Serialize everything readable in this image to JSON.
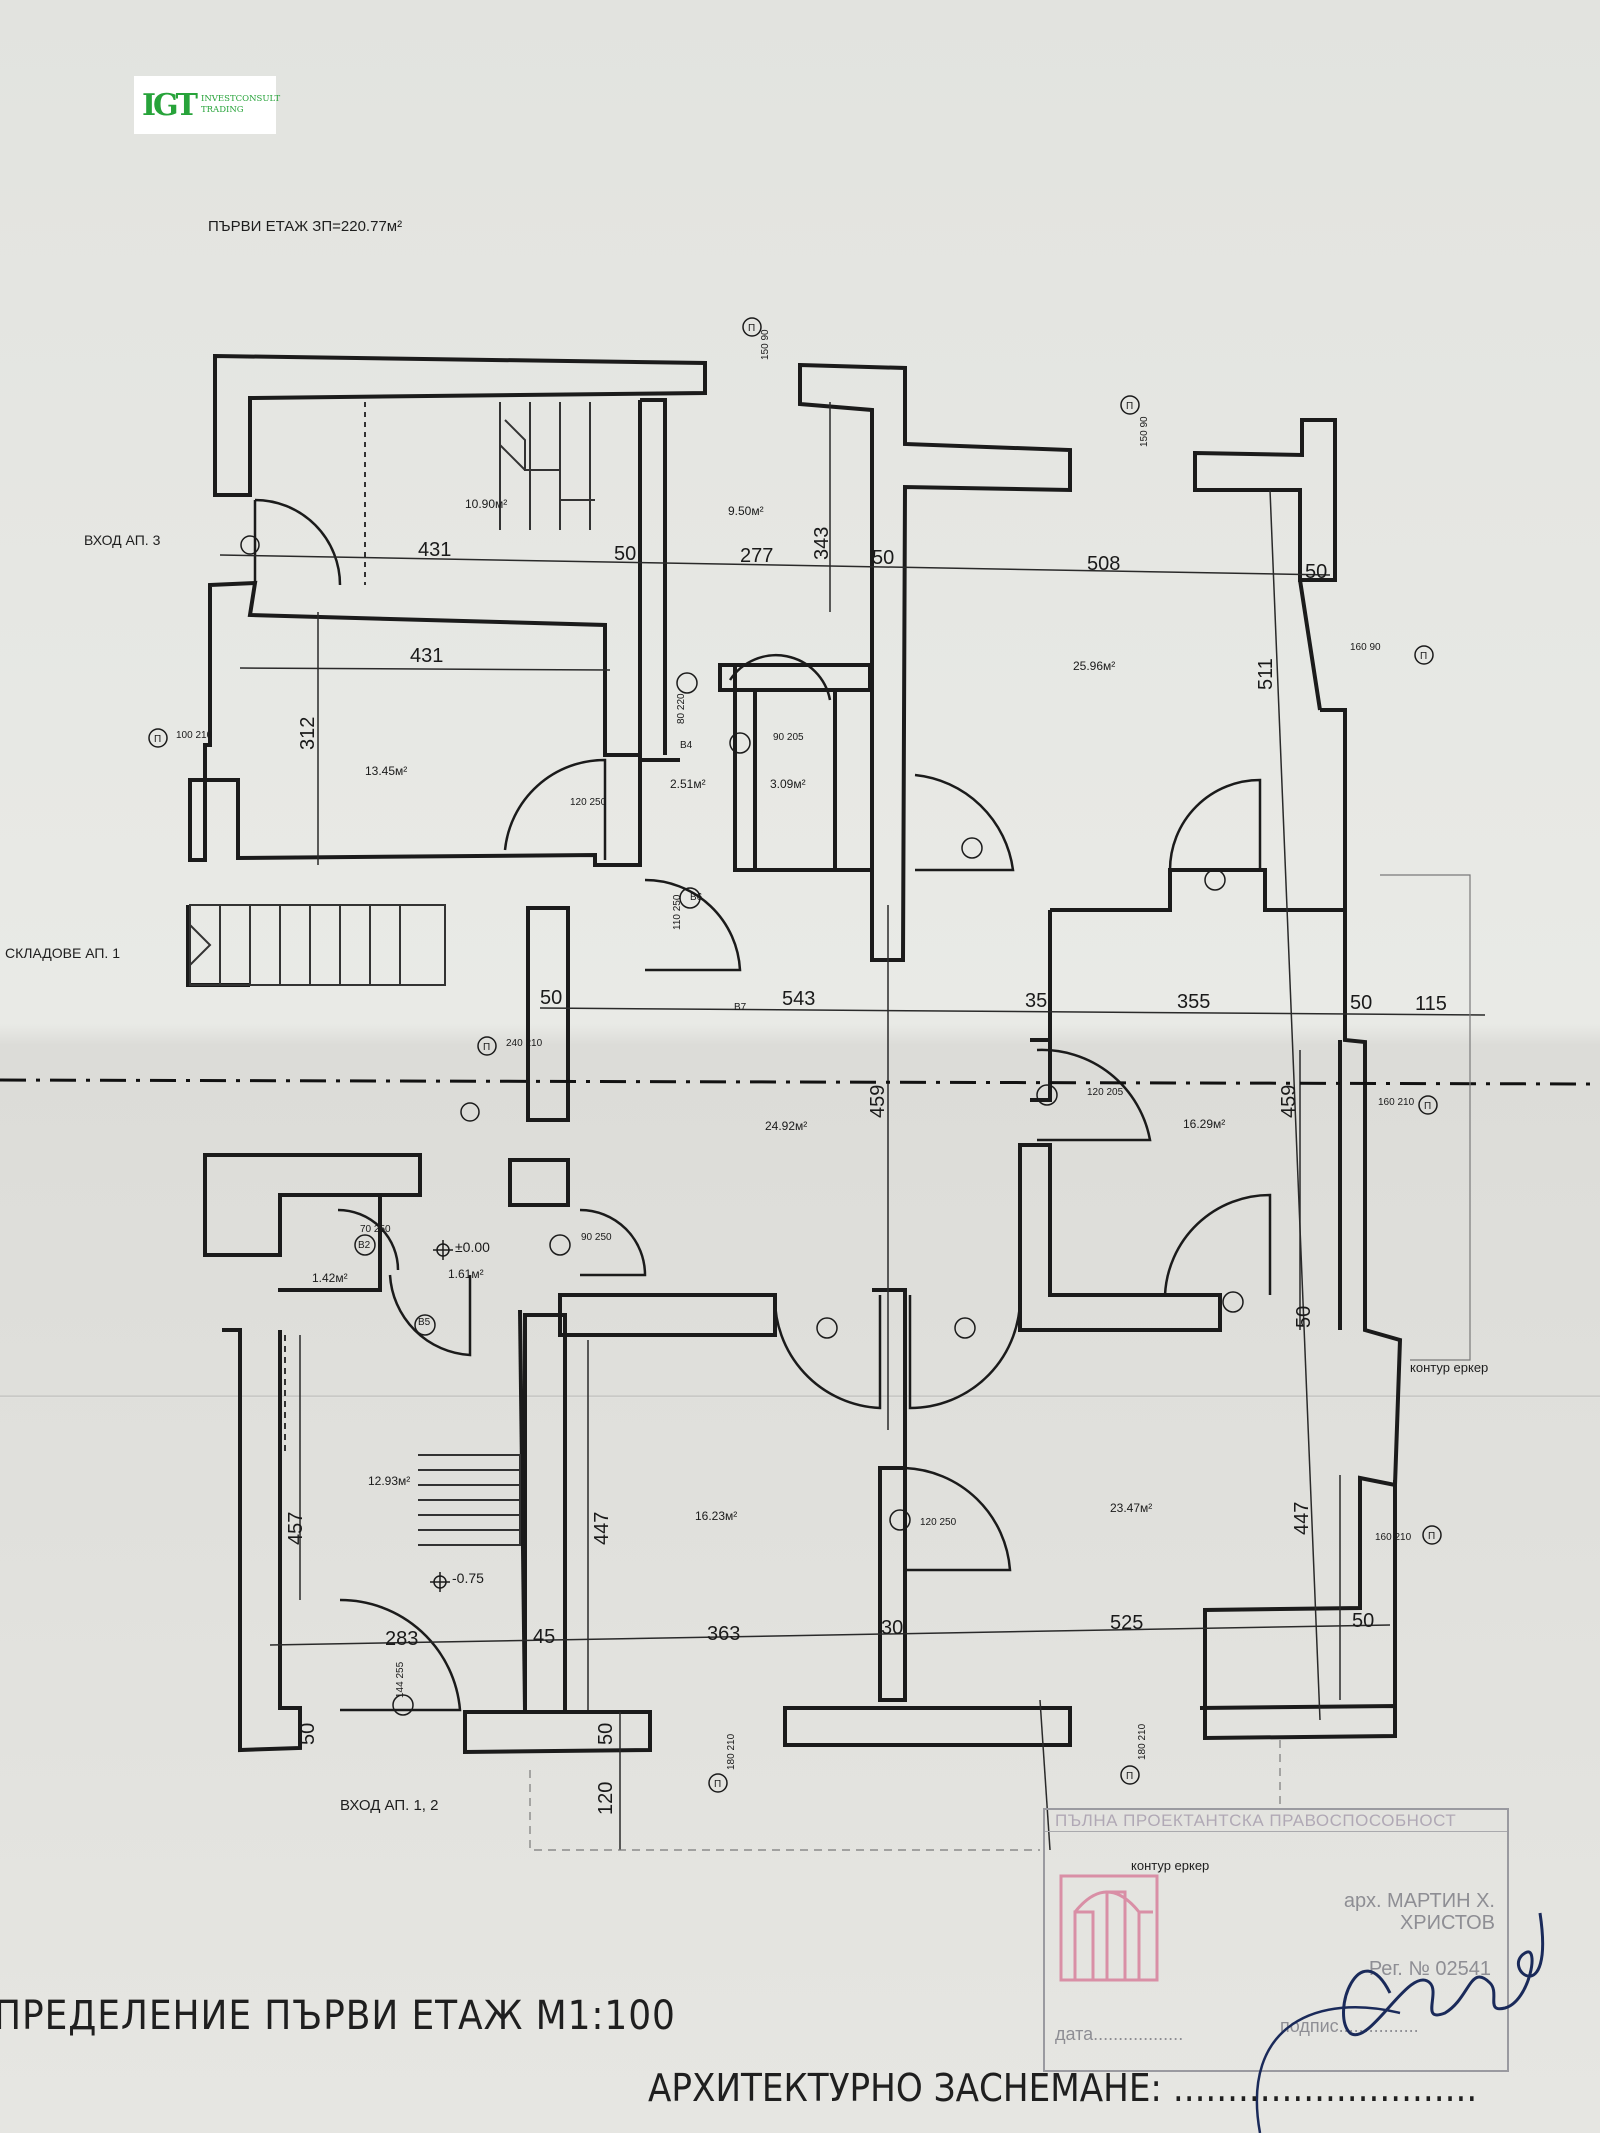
{
  "logo": {
    "mark": "IGT",
    "line1": "INVESTCONSULT",
    "line2": "TRADING"
  },
  "plan": {
    "floor_title": "ПЪРВИ ЕТАЖ ЗП=220.77м²",
    "entrance_ap3": "ВХОД АП. 3",
    "storage_ap1": "СКЛАДОВЕ АП. 1",
    "entrance_ap12": "ВХОД АП. 1, 2",
    "contour_bay_right": "контур еркер",
    "contour_bay_stamp": "контур еркер",
    "rooms": [
      {
        "id": "stairs-top",
        "area": "10.90м²"
      },
      {
        "id": "room-a",
        "area": "9.50м²"
      },
      {
        "id": "room-big-ne",
        "area": "25.96м²"
      },
      {
        "id": "room-w",
        "area": "13.45м²"
      },
      {
        "id": "hall-small",
        "area": "2.51м²"
      },
      {
        "id": "wc",
        "area": "3.09м²"
      },
      {
        "id": "hall-central",
        "area": "24.92м²"
      },
      {
        "id": "room-e",
        "area": "16.29м²"
      },
      {
        "id": "wc-2",
        "area": "1.42м²"
      },
      {
        "id": "hall-2",
        "area": "1.61м²"
      },
      {
        "id": "stairs-bottom",
        "area": "12.93м²"
      },
      {
        "id": "room-s",
        "area": "16.23м²"
      },
      {
        "id": "room-se",
        "area": "23.47м²"
      }
    ],
    "levels": {
      "zero": "±0.00",
      "minus": "-0.75"
    },
    "dimensions": {
      "d431a": "431",
      "d50a": "50",
      "d277": "277",
      "d343": "343",
      "d50b": "50",
      "d508": "508",
      "d50c": "50",
      "d511": "511",
      "d431b": "431",
      "d312": "312",
      "d50d": "50",
      "d543": "543",
      "d35": "35",
      "d355": "355",
      "d50e": "50",
      "d115": "115",
      "d459a": "459",
      "d459b": "459",
      "d50f": "50",
      "d457": "457",
      "d447a": "447",
      "d447b": "447",
      "d283": "283",
      "d45": "45",
      "d363": "363",
      "d30": "30",
      "d525": "525",
      "d50g": "50",
      "d50h": "50",
      "d50i": "50",
      "d120": "120"
    },
    "openings": {
      "win_top1": "П",
      "win_top1_dim": "150 90",
      "win_top2": "П",
      "win_top2_dim": "150 90",
      "win_right1": "П",
      "win_right1_dim": "160 90",
      "win_right2": "П",
      "win_right2_dim": "160 210",
      "win_right3": "П",
      "win_right3_dim": "160 210",
      "win_left": "П",
      "win_left_dim": "100 210",
      "win_left2": "П",
      "win_left2_dim": "240 210",
      "win_bottom1": "П",
      "win_bottom1_dim": "180 210",
      "win_bottom2": "П",
      "win_bottom2_dim": "180 210",
      "door_b7": "В7",
      "door_b6": "В6",
      "door_b4": "В4",
      "door_b2": "В2",
      "door_b5": "В5",
      "door_120_250": "120 250",
      "door_90_205": "90 205",
      "door_80_220": "80 220",
      "door_110_250": "110 250",
      "door_70_250": "70 250",
      "door_90_250": "90 250",
      "door_144_255": "144 255",
      "door_120_205": "120 205",
      "door_120_250b": "120 250"
    }
  },
  "stamp": {
    "heading": "ПЪЛНА ПРОЕКТАНТСКА ПРАВОСПОСОБНОСТ",
    "name_line1": "арх. МАРТИН Х.",
    "name_line2": "ХРИСТОВ",
    "reg": "Рег. № 02541",
    "date_label": "дата..................",
    "sign_label": "подпис................"
  },
  "footer": {
    "title": "ПРЕДЕЛЕНИЕ ПЪРВИ ЕТАЖ М1:100",
    "arch_label": "АРХИТЕКТУРНО ЗАСНЕМАНЕ: ............................"
  }
}
